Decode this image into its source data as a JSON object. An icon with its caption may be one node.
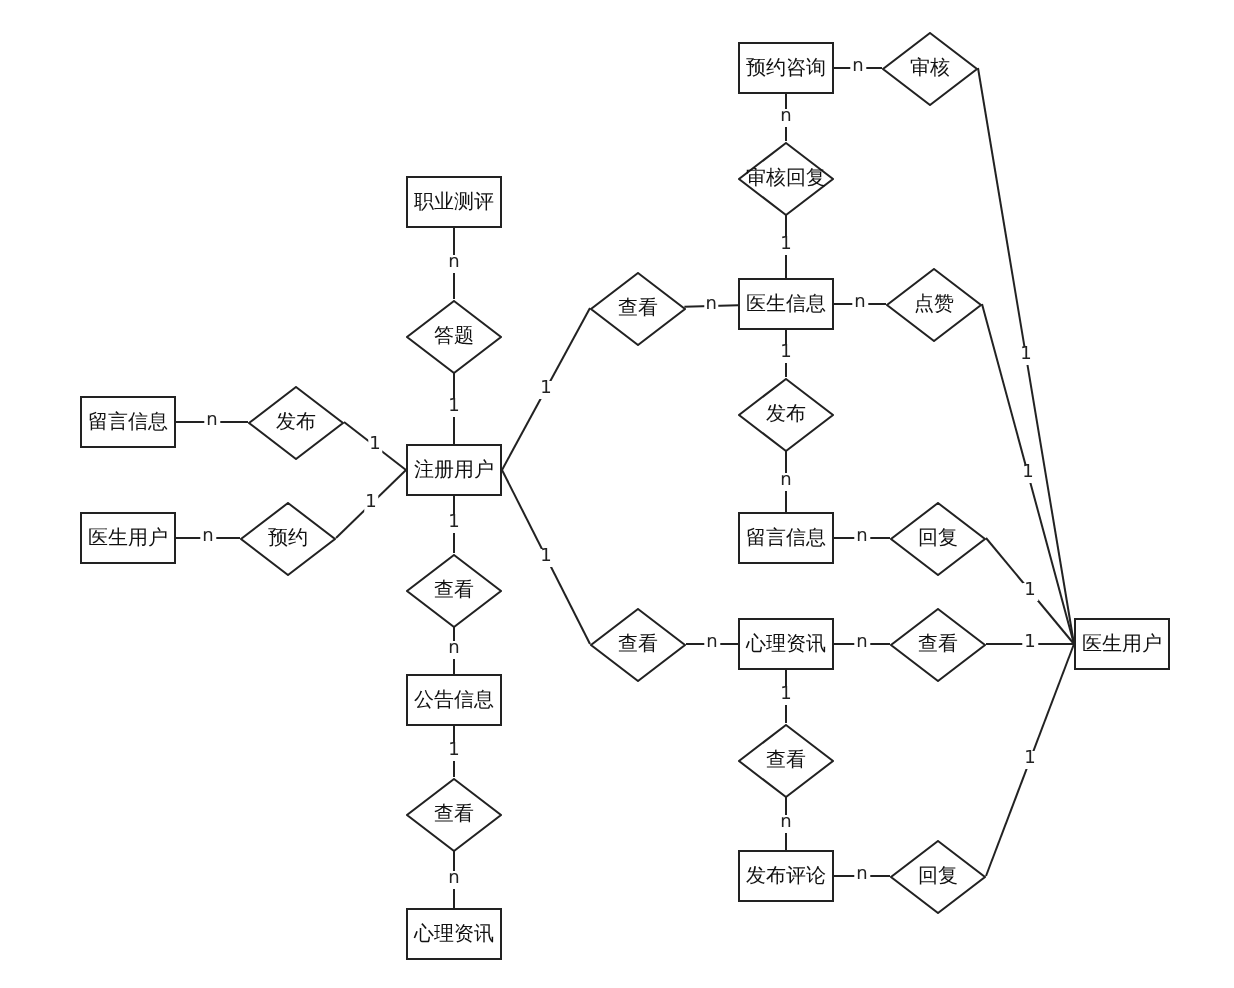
{
  "diagram": {
    "nodes": [
      {
        "text": [
          "职业测评"
        ]
      },
      {
        "text": [
          "答题"
        ]
      },
      {
        "text": [
          "留言信息"
        ]
      },
      {
        "text": [
          "发布"
        ]
      },
      {
        "text": [
          "医生用户"
        ]
      },
      {
        "text": [
          "预约"
        ]
      },
      {
        "text": [
          "注册用户"
        ]
      },
      {
        "text": [
          "查看"
        ]
      },
      {
        "text": [
          "公告信息"
        ]
      },
      {
        "text": [
          "查看"
        ]
      },
      {
        "text": [
          "心理资讯"
        ]
      },
      {
        "text": [
          "查看"
        ]
      },
      {
        "text": [
          "查看"
        ]
      },
      {
        "text": [
          "预约咨询"
        ]
      },
      {
        "text": [
          "审核"
        ]
      },
      {
        "text": [
          "审核回复"
        ]
      },
      {
        "text": [
          "医生信息"
        ]
      },
      {
        "text": [
          "点赞"
        ]
      },
      {
        "text": [
          "发布"
        ]
      },
      {
        "text": [
          "留言信息"
        ]
      },
      {
        "text": [
          "回复"
        ]
      },
      {
        "text": [
          "心理资讯"
        ]
      },
      {
        "text": [
          "查看"
        ]
      },
      {
        "text": [
          "查看"
        ]
      },
      {
        "text": [
          "发布评论"
        ]
      },
      {
        "text": [
          "回复"
        ]
      },
      {
        "text": [
          "医生用户"
        ]
      }
    ],
    "edges": [
      {
        "from": 0,
        "to": 1,
        "arrow": "none",
        "label": "n"
      },
      {
        "from": 1,
        "to": 6,
        "arrow": "none",
        "label": "1"
      },
      {
        "from": 2,
        "to": 3,
        "arrow": "none",
        "label": "n"
      },
      {
        "from": 3,
        "to": 6,
        "arrow": "none",
        "label": "1"
      },
      {
        "from": 4,
        "to": 5,
        "arrow": "none",
        "label": "n"
      },
      {
        "from": 5,
        "to": 6,
        "arrow": "none",
        "label": "1"
      },
      {
        "from": 6,
        "to": 7,
        "arrow": "none",
        "label": "1"
      },
      {
        "from": 7,
        "to": 8,
        "arrow": "none",
        "label": "n"
      },
      {
        "from": 8,
        "to": 9,
        "arrow": "none",
        "label": "1"
      },
      {
        "from": 9,
        "to": 10,
        "arrow": "none",
        "label": "n"
      },
      {
        "from": 6,
        "to": 11,
        "arrow": "none",
        "label": "1"
      },
      {
        "from": 11,
        "to": 16,
        "arrow": "none",
        "label": "n"
      },
      {
        "from": 6,
        "to": 12,
        "arrow": "none",
        "label": "1"
      },
      {
        "from": 12,
        "to": 21,
        "arrow": "none",
        "label": "n"
      },
      {
        "from": 13,
        "to": 14,
        "arrow": "none",
        "label": "n"
      },
      {
        "from": 14,
        "to": 26,
        "arrow": "none",
        "label": "1"
      },
      {
        "from": 13,
        "to": 15,
        "arrow": "none",
        "label": "n"
      },
      {
        "from": 15,
        "to": 16,
        "arrow": "none",
        "label": "1"
      },
      {
        "from": 16,
        "to": 17,
        "arrow": "none",
        "label": "n"
      },
      {
        "from": 17,
        "to": 26,
        "arrow": "none",
        "label": "1"
      },
      {
        "from": 16,
        "to": 18,
        "arrow": "none",
        "label": "1"
      },
      {
        "from": 18,
        "to": 19,
        "arrow": "none",
        "label": "n"
      },
      {
        "from": 19,
        "to": 20,
        "arrow": "none",
        "label": "n"
      },
      {
        "from": 20,
        "to": 26,
        "arrow": "none",
        "label": "1"
      },
      {
        "from": 21,
        "to": 22,
        "arrow": "none",
        "label": "n"
      },
      {
        "from": 22,
        "to": 26,
        "arrow": "none",
        "label": "1"
      },
      {
        "from": 21,
        "to": 23,
        "arrow": "none",
        "label": "1"
      },
      {
        "from": 23,
        "to": 24,
        "arrow": "none",
        "label": "n"
      },
      {
        "from": 24,
        "to": 25,
        "arrow": "none",
        "label": "n"
      },
      {
        "from": 25,
        "to": 26,
        "arrow": "none",
        "label": "1"
      }
    ]
  }
}
